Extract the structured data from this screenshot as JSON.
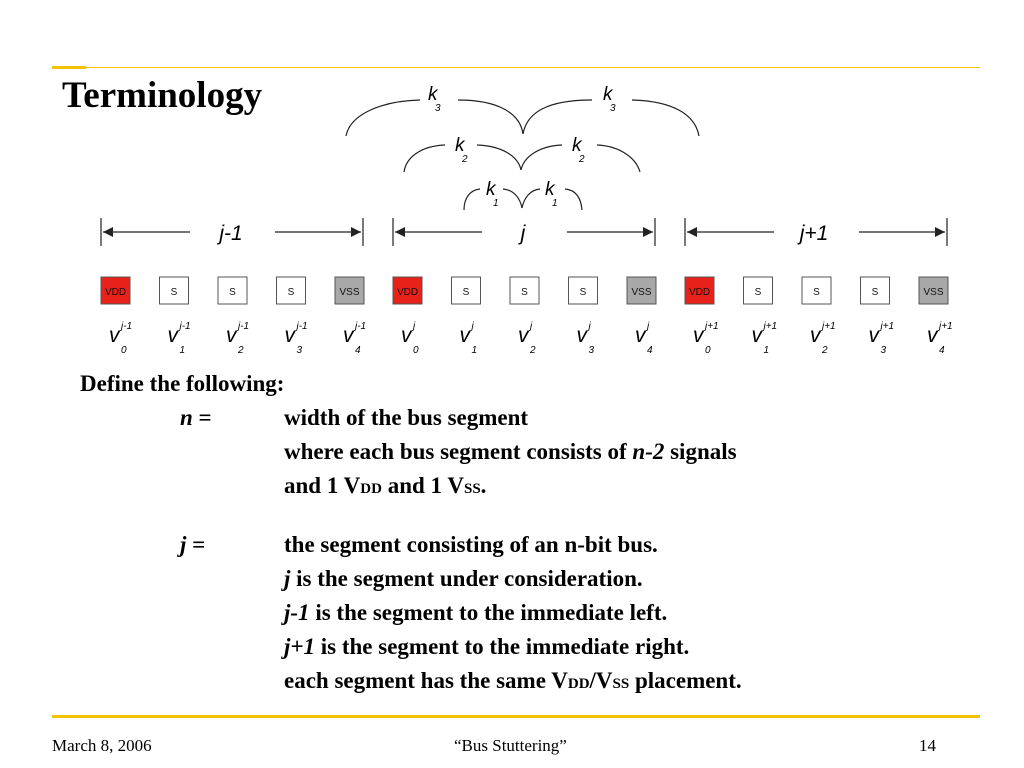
{
  "slide": {
    "title": "Terminology",
    "footer": {
      "date": "March 8, 2006",
      "center": "“Bus Stuttering”",
      "page": "14"
    }
  },
  "diagram": {
    "braces": {
      "k3": {
        "main": "k",
        "sub": "3"
      },
      "k2": {
        "main": "k",
        "sub": "2"
      },
      "k1": {
        "main": "k",
        "sub": "1"
      }
    },
    "segments": [
      {
        "label": "j-1",
        "sup": "j-1"
      },
      {
        "label": "j",
        "sup": "j"
      },
      {
        "label": "j+1",
        "sup": "j+1"
      }
    ],
    "cells": [
      "VDD",
      "S",
      "S",
      "S",
      "VSS"
    ],
    "signal_symbol": "v",
    "signal_indices": [
      "0",
      "1",
      "2",
      "3",
      "4"
    ],
    "colors": {
      "vdd": "#e8211a",
      "vss": "#a8a8a8",
      "signal": "#ffffff",
      "accent_rule": "#f2c100"
    }
  },
  "definitions": {
    "intro": "Define the following:",
    "n": {
      "term": "n",
      "eq": " =",
      "line1": "width of the bus segment",
      "line2_pre": "where each bus segment consists of ",
      "line2_var": "n-2",
      "line2_post": " signals",
      "line3_a": "and 1 V",
      "line3_dd": "DD",
      "line3_b": " and 1 V",
      "line3_ss": "SS",
      "line3_c": "."
    },
    "j": {
      "term": "j",
      "eq": " =",
      "line1": "the segment consisting of an n-bit bus.",
      "line2_var": "j",
      "line2_text": " is the segment under consideration.",
      "line3_var": "j-1",
      "line3_text": " is the segment to the immediate left.",
      "line4_var": "j+1",
      "line4_text": " is the segment to the immediate right.",
      "line5_a": "each segment has the same V",
      "line5_dd": "DD",
      "line5_b": "/V",
      "line5_ss": "SS",
      "line5_c": " placement."
    }
  }
}
